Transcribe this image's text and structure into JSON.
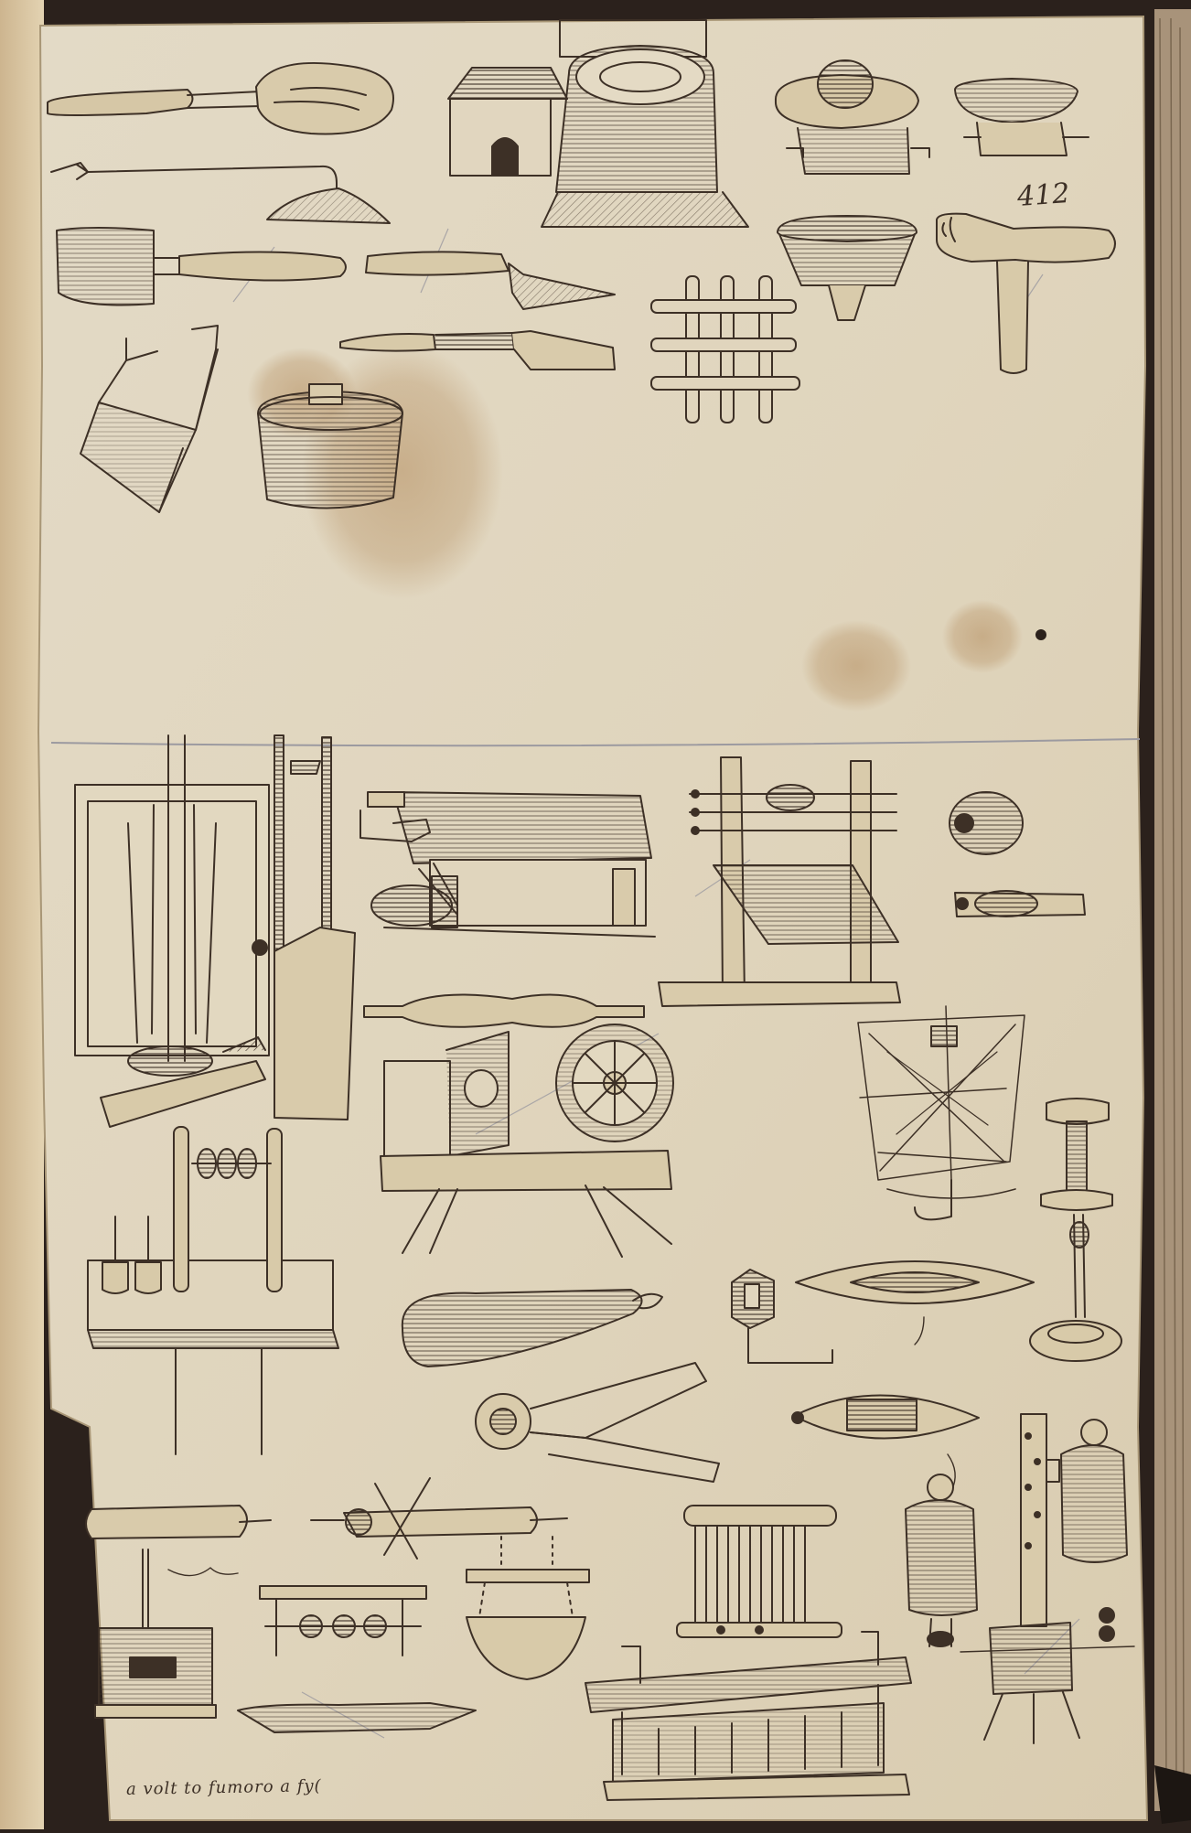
{
  "page": {
    "page_number": "412",
    "footer_inscription": "a volt to fumoro a fy(",
    "colors": {
      "background": "#2b211c",
      "paper": "#e3d9c2",
      "paper_edge": "#d2c3a3",
      "ink": "#3d3026",
      "stain": "#b48d5e",
      "pencil": "#9c9aa0"
    }
  },
  "drawings": {
    "top_section": [
      {
        "name": "ladle-tool",
        "icon": "ladle-icon"
      },
      {
        "name": "small-house",
        "icon": "house-icon"
      },
      {
        "name": "furnace-kiln",
        "icon": "kiln-icon"
      },
      {
        "name": "mortar-with-pestle",
        "icon": "mortar-icon"
      },
      {
        "name": "mortar-bowl",
        "icon": "bowl-icon"
      },
      {
        "name": "flat-iron-tool",
        "icon": "iron-icon"
      },
      {
        "name": "scoop-tool",
        "icon": "scoop-icon"
      },
      {
        "name": "trowel-tool",
        "icon": "trowel-icon"
      },
      {
        "name": "chisel-tool",
        "icon": "chisel-icon"
      },
      {
        "name": "grid-lattice",
        "icon": "lattice-icon"
      },
      {
        "name": "funnel-basket",
        "icon": "funnel-icon"
      },
      {
        "name": "hand-mallet",
        "icon": "mallet-icon"
      },
      {
        "name": "wire-basket",
        "icon": "basket-icon"
      },
      {
        "name": "wooden-tub",
        "icon": "tub-icon"
      }
    ],
    "bottom_section": [
      {
        "name": "spinning-frame",
        "icon": "spinning-frame-icon"
      },
      {
        "name": "screw-press",
        "icon": "press-icon"
      },
      {
        "name": "warping-frame",
        "icon": "frame-icon"
      },
      {
        "name": "thread-ball",
        "icon": "thread-ball-icon"
      },
      {
        "name": "bobbin",
        "icon": "bobbin-icon"
      },
      {
        "name": "rolling-pin",
        "icon": "rolling-pin-icon"
      },
      {
        "name": "spinning-wheel",
        "icon": "wheel-icon"
      },
      {
        "name": "swift-reel",
        "icon": "reel-icon"
      },
      {
        "name": "spool-stand",
        "icon": "spool-icon"
      },
      {
        "name": "twisting-stand",
        "icon": "twisting-stand-icon"
      },
      {
        "name": "pouch-bag",
        "icon": "pouch-icon"
      },
      {
        "name": "key-hook",
        "icon": "hook-icon"
      },
      {
        "name": "shuttle-boat",
        "icon": "shuttle-icon"
      },
      {
        "name": "shears-tool",
        "icon": "shears-icon"
      },
      {
        "name": "shuttle-small",
        "icon": "shuttle-icon"
      },
      {
        "name": "roller-tube",
        "icon": "roller-icon"
      },
      {
        "name": "cross-spindle",
        "icon": "spindle-icon"
      },
      {
        "name": "small-press",
        "icon": "press-icon"
      },
      {
        "name": "bar-with-rings",
        "icon": "bar-icon"
      },
      {
        "name": "hanging-bowl",
        "icon": "bowl-icon"
      },
      {
        "name": "comb-rack",
        "icon": "comb-icon"
      },
      {
        "name": "loom-bench",
        "icon": "loom-icon"
      },
      {
        "name": "jar-canister",
        "icon": "jar-icon"
      },
      {
        "name": "measuring-post",
        "icon": "post-icon"
      },
      {
        "name": "anvil-tool",
        "icon": "anvil-icon"
      }
    ]
  }
}
